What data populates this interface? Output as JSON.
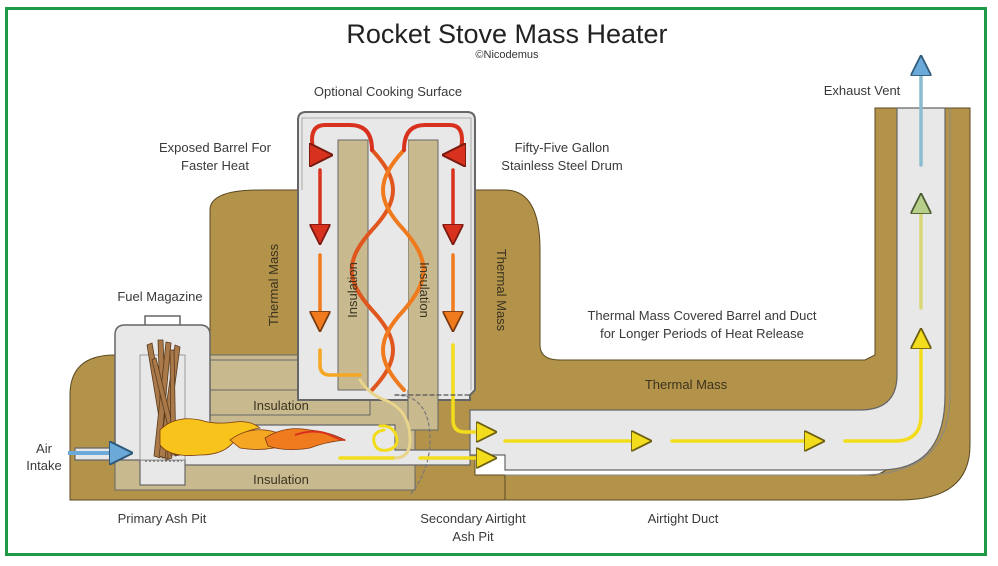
{
  "title": "Rocket Stove Mass Heater",
  "credit": "©Nicodemus",
  "labels": {
    "cooking_surface": "Optional Cooking Surface",
    "exposed_barrel_1": "Exposed Barrel For",
    "exposed_barrel_2": "Faster Heat",
    "drum_1": "Fifty-Five Gallon",
    "drum_2": "Stainless Steel Drum",
    "exhaust": "Exhaust Vent",
    "fuel_magazine": "Fuel Magazine",
    "thermal_mass_left": "Thermal Mass",
    "thermal_mass_right": "Thermal Mass",
    "insulation_left": "Insulation",
    "insulation_right": "Insulation",
    "insulation_upper": "Insulation",
    "insulation_lower": "Insulation",
    "covered_1": "Thermal Mass Covered Barrel and Duct",
    "covered_2": "for Longer Periods of Heat Release",
    "thermal_mass_duct": "Thermal Mass",
    "air_1": "Air",
    "air_2": "Intake",
    "primary_ash": "Primary Ash Pit",
    "secondary_ash_1": "Secondary Airtight",
    "secondary_ash_2": "Ash Pit",
    "airtight_duct": "Airtight Duct"
  },
  "colors": {
    "frame": "#1e9a47",
    "thermal_mass": "#b3924a",
    "insulation": "#c8b98f",
    "channel": "#e8e8e8",
    "hot": "#d8321f",
    "warm": "#f07a1e",
    "cool": "#f2dc1c",
    "air": "#6aa9d8"
  }
}
